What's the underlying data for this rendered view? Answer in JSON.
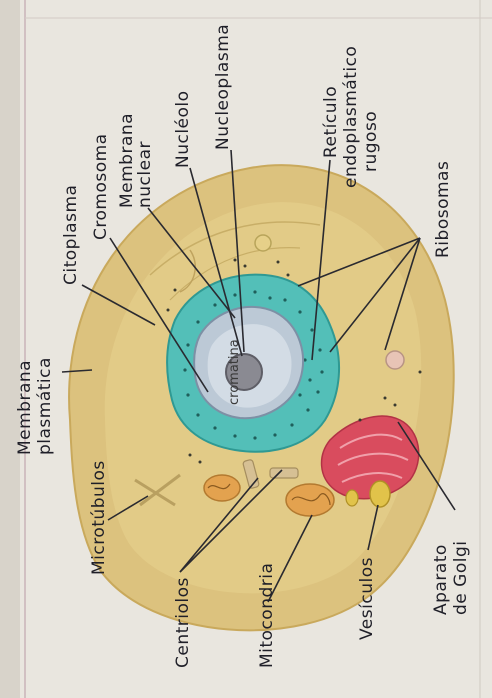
{
  "labels": {
    "membrana_plasmatica": [
      "Membrana",
      "plasmática"
    ],
    "citoplasma": "Citoplasma",
    "cromosoma": "Cromosoma",
    "membrana_nuclear": [
      "Membrana",
      "nuclear"
    ],
    "nucleolo": "Nucléolo",
    "nucleoplasma": "Nucleoplasma",
    "reticulo": [
      "Retículo",
      "endoplasmático",
      "rugoso"
    ],
    "ribosomas": "Ribosomas",
    "microtubulos": "Microtúbulos",
    "centriolos": "Centriolos",
    "mitocondria": "Mitocondria",
    "vesiculos": "Vesículos",
    "aparato_golgi": [
      "Aparato",
      "de Golgi"
    ],
    "chromatin_scribble": "cromatina"
  },
  "colors": {
    "paper": "#e9e6df",
    "cell": "#dcc27e",
    "cytoplasm_inner": "#e6d089",
    "nucleus_outer": "#53bfb8",
    "nucleus_inner": "#bcc9d6",
    "nucleolus": "#8a8a92",
    "golgi": "#d94c5e",
    "margin_line": "#c9b3b8"
  }
}
